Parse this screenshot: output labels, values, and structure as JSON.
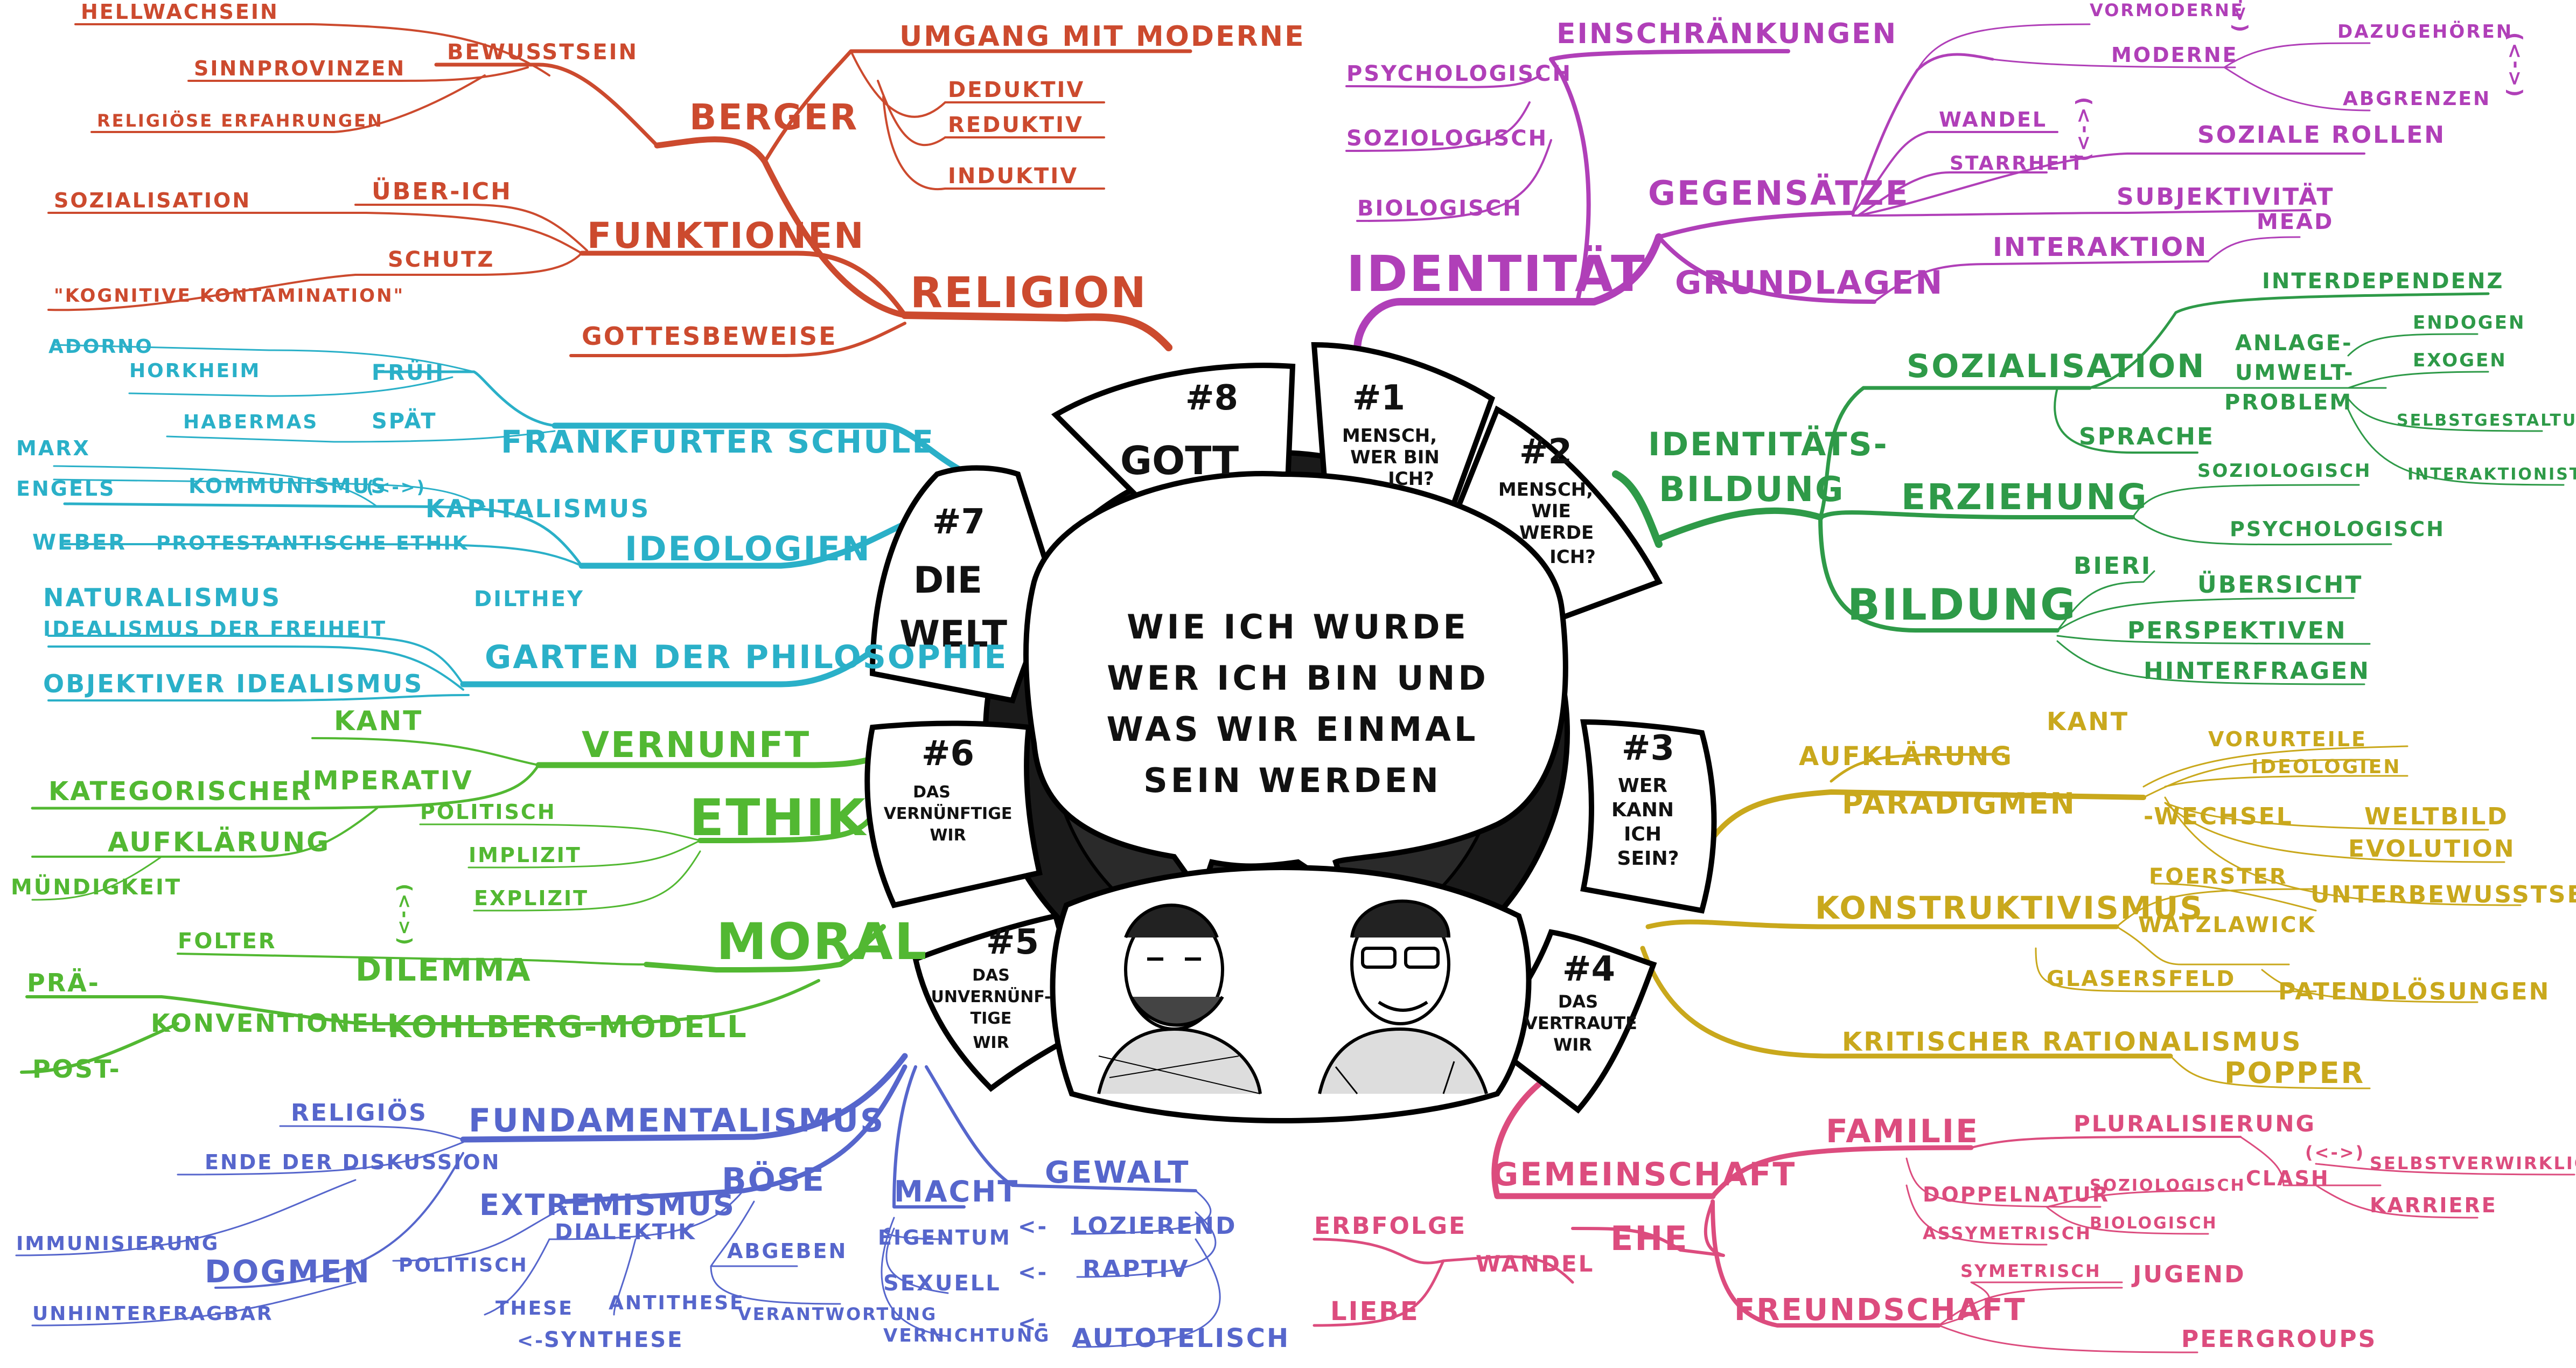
{
  "center": {
    "lines": [
      "WIE    ICH   WURDE",
      "WER   ICH   BIN   UND",
      "WAS   WIR      EINMAL",
      "SEIN    WERDEN"
    ]
  },
  "chapters": [
    {
      "id": "c1",
      "lines": [
        "#1",
        "MENSCH,",
        "WER BIN",
        "ICH?"
      ]
    },
    {
      "id": "c2",
      "lines": [
        "#2",
        "MENSCH,",
        "WIE",
        "WERDE",
        "ICH?"
      ]
    },
    {
      "id": "c3",
      "lines": [
        "#3",
        "WER",
        "KANN",
        "ICH",
        "SEIN?"
      ]
    },
    {
      "id": "c4",
      "lines": [
        "#4",
        "DAS",
        "VERTRAUTE",
        "WIR"
      ]
    },
    {
      "id": "c5",
      "lines": [
        "#5",
        "DAS",
        "UNVERNÜNF-",
        "TIGE",
        "WIR"
      ]
    },
    {
      "id": "c6",
      "lines": [
        "#6",
        "DAS",
        "VERNÜNFTIGE",
        "WIR"
      ]
    },
    {
      "id": "c7",
      "lines": [
        "#7",
        "DIE",
        "WELT"
      ]
    },
    {
      "id": "c8",
      "lines": [
        "#8",
        "GOTT"
      ]
    }
  ],
  "colors": {
    "religion": "#cc4a2e",
    "identitaet": "#b03fb8",
    "philosophie": "#2ab0c8",
    "bildung": "#2e9a48",
    "ethik": "#52b832",
    "konstrukt": "#c9a81c",
    "gewalt": "#5666cc",
    "gemeinschaft": "#dc4c7e",
    "ink": "#111111"
  },
  "labels": {
    "religion": [
      "RELIGION",
      "BERGER",
      "UMGANG MIT MODERNE",
      "DEDUKTIV",
      "REDUKTIV",
      "INDUKTIV",
      "BEWUSSTSEIN",
      "HELLWACHSEIN",
      "SINNPROVINZEN",
      "RELIGIÖSE ERFAHRUNGEN",
      "FUNKTIONEN",
      "ÜBER-ICH",
      "SCHUTZ",
      "SOZIALISATION",
      "\"KOGNITIVE KONTAMINATION\"",
      "GOTTESBEWEISE"
    ],
    "identitaet": [
      "IDENTITÄT",
      "EINSCHRÄNKUNGEN",
      "PSYCHOLOGISCH",
      "SOZIOLOGISCH",
      "BIOLOGISCH",
      "GEGENSÄTZE",
      "VORMODERNE",
      "MODERNE",
      "DAZUGEHÖREN",
      "ABGRENZEN",
      "WANDEL",
      "STARRHEIT",
      "SOZIALE ROLLEN",
      "SUBJEKTIVITÄT",
      "GRUNDLAGEN",
      "INTERAKTION",
      "MEAD",
      "(<->)",
      "(<->)",
      "(<->)"
    ],
    "philosophie": [
      "FRANKFURTER SCHULE",
      "ADORNO",
      "HORKHEIM",
      "FRÜH",
      "HABERMAS",
      "SPÄT",
      "IDEOLOGIEN",
      "KAPITALISMUS",
      "KOMMUNISMUS",
      "(<->)",
      "MARX",
      "ENGELS",
      "WEBER",
      "PROTESTANTISCHE ETHIK",
      "GARTEN DER PHILOSOPHIE",
      "DILTHEY",
      "NATURALISMUS",
      "IDEALISMUS DER FREIHEIT",
      "OBJEKTIVER IDEALISMUS"
    ],
    "bildung": [
      "IDENTITÄTS-",
      "BILDUNG",
      "SOZIALISATION",
      "INTERDEPENDENZ",
      "ANLAGE-",
      "UMWELT-",
      "PROBLEM",
      "ENDOGEN",
      "EXOGEN",
      "SELBSTGESTALTUNG",
      "INTERAKTIONISTISCH",
      "SPRACHE",
      "ERZIEHUNG",
      "SOZIOLOGISCH",
      "PSYCHOLOGISCH",
      "BILDUNG",
      "BIERI",
      "ÜBERSICHT",
      "PERSPEKTIVEN",
      "HINTERFRAGEN"
    ],
    "ethik": [
      "VERNUNFT",
      "KANT",
      "KATEGORISCHER",
      "IMPERATIV",
      "AUFKLÄRUNG",
      "MÜNDIGKEIT",
      "ETHIK",
      "POLITISCH",
      "IMPLIZIT",
      "EXPLIZIT",
      "(<->)",
      "MORAL",
      "FOLTER",
      "DILEMMA",
      "KOHLBERG-MODELL",
      "KONVENTIONELL",
      "PRÄ-",
      "POST-"
    ],
    "konstrukt": [
      "AUFKLÄRUNG",
      "KANT",
      "VORURTEILE",
      "IDEOLOGIEN",
      "PARADIGMEN",
      "-WECHSEL",
      "WELTBILD",
      "EVOLUTION",
      "UNTERBEWUSSTSEIN",
      "KONSTRUKTIVISMUS",
      "FOERSTER",
      "WATZLAWICK",
      "GLASERSFELD",
      "PATENDLÖSUNGEN",
      "KRITISCHER RATIONALISMUS",
      "POPPER"
    ],
    "gewalt": [
      "FUNDAMENTALISMUS",
      "RELIGIÖS",
      "ENDE DER DISKUSSION",
      "IMMUNISIERUNG",
      "DOGMEN",
      "UNHINTERFRAGBAR",
      "EXTREMISMUS",
      "BÖSE",
      "POLITISCH",
      "DIALEKTIK",
      "THESE",
      "ANTITHESE",
      "SYNTHESE",
      "ABGEBEN",
      "VERANTWORTUNG",
      "MACHT",
      "EIGENTUM",
      "SEXUELL",
      "VERNICHTUNG",
      "GEWALT",
      "LOZIEREND",
      "RAPTIV",
      "AUTOTELISCH",
      "<-",
      "<-",
      "<-",
      "<-"
    ],
    "gemeinschaft": [
      "GEMEINSCHAFT",
      "FAMILIE",
      "PLURALISIERUNG",
      "(<->)",
      "SELBSTVERWIRKLICHUNG",
      "CLASH",
      "KARRIERE",
      "DOPPELNATUR",
      "SOZIOLOGISCH",
      "BIOLOGISCH",
      "ASSYMETRISCH",
      "SYMETRISCH",
      "EHE",
      "WANDEL",
      "ERBFOLGE",
      "LIEBE",
      "FREUNDSCHAFT",
      "JUGEND",
      "PEERGROUPS"
    ]
  }
}
